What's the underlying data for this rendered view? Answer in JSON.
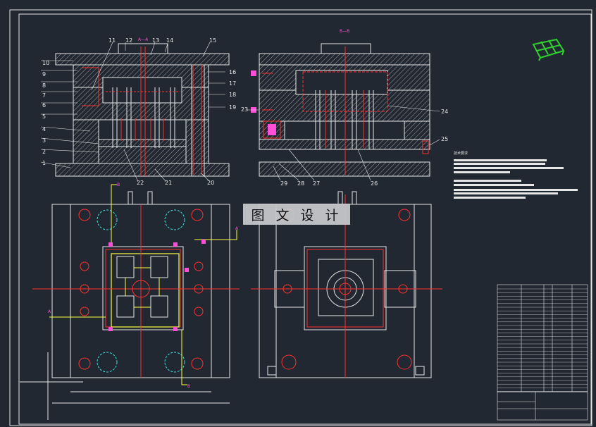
{
  "watermark": "图 文 设 计",
  "section_a": "A—A",
  "section_b": "B—B",
  "part_numbers_left": [
    "1",
    "2",
    "3",
    "4",
    "5",
    "6",
    "7",
    "8",
    "9",
    "10",
    "11",
    "12",
    "13",
    "14",
    "15",
    "16",
    "17",
    "18",
    "19",
    "20",
    "21",
    "22"
  ],
  "part_numbers_right": [
    "23",
    "24",
    "25",
    "26",
    "27",
    "28",
    "29"
  ],
  "plan_marks": [
    "A",
    "A",
    "B",
    "B"
  ],
  "title_block_label": "技术要求",
  "colors": {
    "background": "#212831",
    "lines": "#e6e6e6",
    "red": "#ff3030",
    "yellow": "#ffff40",
    "cyan": "#40e0e0",
    "magenta": "#ff4fd8",
    "green": "#30d030"
  }
}
